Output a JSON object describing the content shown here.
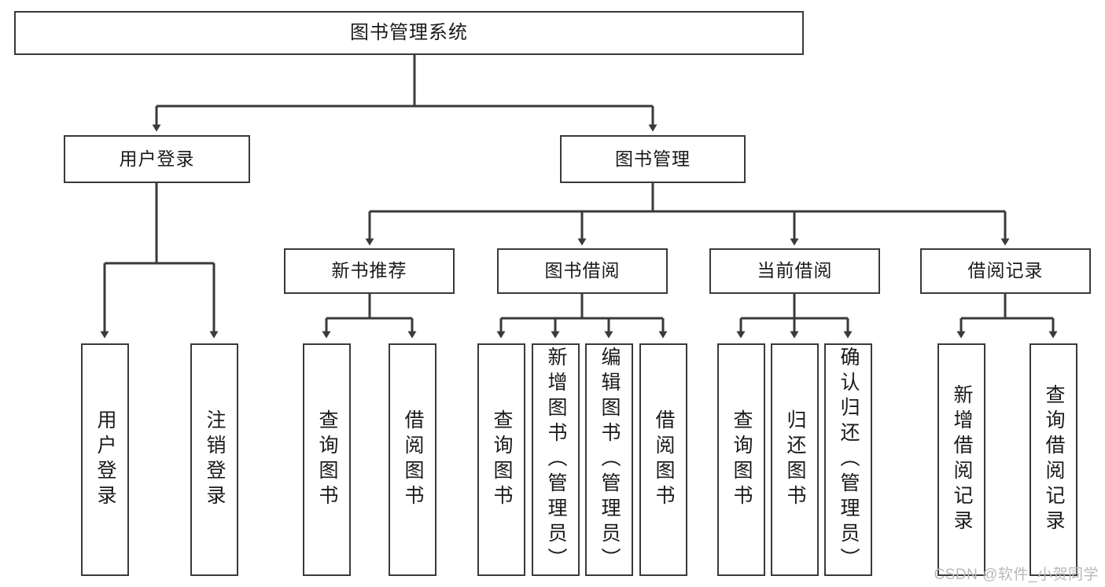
{
  "diagram": {
    "title": "图书管理系统",
    "type": "tree-hierarchy-diagram",
    "colors": {
      "box_border": "#3a3a3a",
      "box_fill": "#ffffff",
      "line": "#3a3a3a",
      "text": "#1a1a1a",
      "watermark": "#b9b9b9"
    },
    "root": {
      "label": "图书管理系统"
    },
    "level2": [
      {
        "label": "用户登录"
      },
      {
        "label": "图书管理"
      }
    ],
    "level3": [
      {
        "label": "新书推荐"
      },
      {
        "label": "图书借阅"
      },
      {
        "label": "当前借阅"
      },
      {
        "label": "借阅记录"
      }
    ],
    "leaves": {
      "user_login": [
        {
          "label": "用户登录"
        },
        {
          "label": "注销登录"
        }
      ],
      "new_book_recommend": [
        {
          "label": "查询图书"
        },
        {
          "label": "借阅图书"
        }
      ],
      "book_borrow": [
        {
          "label": "查询图书"
        },
        {
          "label": "新增图书（管理员）"
        },
        {
          "label": "编辑图书（管理员）"
        },
        {
          "label": "借阅图书"
        }
      ],
      "current_borrow": [
        {
          "label": "查询图书"
        },
        {
          "label": "归还图书"
        },
        {
          "label": "确认归还（管理员）"
        }
      ],
      "borrow_record": [
        {
          "label": "新增借阅记录"
        },
        {
          "label": "查询借阅记录"
        }
      ]
    },
    "watermark": "CSDN @软件_小贺同学"
  }
}
